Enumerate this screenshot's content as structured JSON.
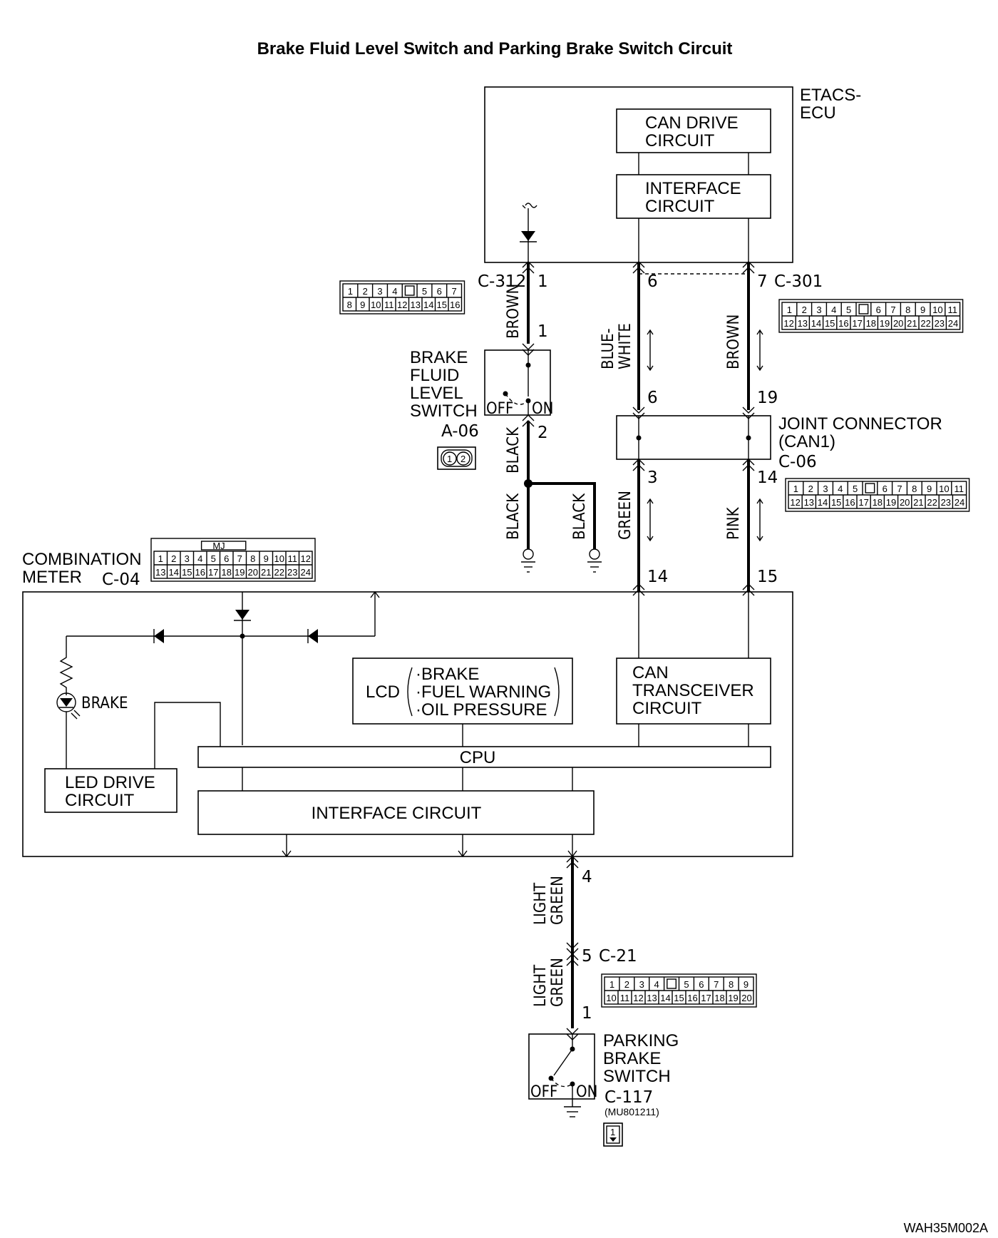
{
  "title": "Brake Fluid Level Switch and Parking Brake Switch Circuit",
  "footer_code": "WAH35M002A",
  "etacs": {
    "label_line1": "ETACS-",
    "label_line2": "ECU",
    "can_drive_line1": "CAN DRIVE",
    "can_drive_line2": "CIRCUIT",
    "interface_line1": "INTERFACE",
    "interface_line2": "CIRCUIT"
  },
  "connectors": {
    "c312": {
      "id": "C-312",
      "row1": [
        "1",
        "2",
        "3",
        "4",
        "",
        "5",
        "6",
        "7"
      ],
      "row2": [
        "8",
        "9",
        "10",
        "11",
        "12",
        "13",
        "14",
        "15",
        "16"
      ]
    },
    "c301": {
      "id": "C-301",
      "row1": [
        "1",
        "2",
        "3",
        "4",
        "5",
        "",
        "6",
        "7",
        "8",
        "9",
        "10",
        "11"
      ],
      "row2": [
        "12",
        "13",
        "14",
        "15",
        "16",
        "17",
        "18",
        "19",
        "20",
        "21",
        "22",
        "23",
        "24"
      ]
    },
    "c06": {
      "id": "C-06",
      "row1": [
        "1",
        "2",
        "3",
        "4",
        "5",
        "",
        "6",
        "7",
        "8",
        "9",
        "10",
        "11"
      ],
      "row2": [
        "12",
        "13",
        "14",
        "15",
        "16",
        "17",
        "18",
        "19",
        "20",
        "21",
        "22",
        "23",
        "24"
      ]
    },
    "c04": {
      "id": "C-04",
      "tag": "MJ",
      "row1": [
        "1",
        "2",
        "3",
        "4",
        "5",
        "6",
        "7",
        "8",
        "9",
        "10",
        "11",
        "12"
      ],
      "row2": [
        "13",
        "14",
        "15",
        "16",
        "17",
        "18",
        "19",
        "20",
        "21",
        "22",
        "23",
        "24"
      ]
    },
    "c21": {
      "id": "C-21",
      "row1": [
        "1",
        "2",
        "3",
        "4",
        "",
        "5",
        "6",
        "7",
        "8",
        "9"
      ],
      "row2": [
        "10",
        "11",
        "12",
        "13",
        "14",
        "15",
        "16",
        "17",
        "18",
        "19",
        "20"
      ]
    },
    "a06": {
      "id": "A-06",
      "pins": [
        "1",
        "2"
      ]
    },
    "c117": {
      "id": "C-117",
      "part": "(MU801211)",
      "pins": [
        "1"
      ]
    }
  },
  "pins": {
    "etacs_brown_top": "1",
    "switch_top": "1",
    "switch_bottom": "2",
    "blue_white_top": "6",
    "blue_white_bottom": "6",
    "brown_right_top": "7",
    "brown_right_bottom": "19",
    "green_top": "3",
    "pink_top": "14",
    "green_bottom": "14",
    "pink_bottom": "15",
    "lg_meter": "4",
    "lg_c21_top": "5",
    "lg_c21_bottom": "1"
  },
  "wire_colors": {
    "brown": "BROWN",
    "black": "BLACK",
    "blue_white_1": "BLUE-",
    "blue_white_2": "WHITE",
    "green": "GREEN",
    "pink": "PINK",
    "light": "LIGHT",
    "light_green": "GREEN"
  },
  "brake_fluid_switch": {
    "line1": "BRAKE",
    "line2": "FLUID",
    "line3": "LEVEL",
    "line4": "SWITCH",
    "off": "OFF",
    "on": "ON"
  },
  "joint_connector": {
    "line1": "JOINT CONNECTOR",
    "line2": "(CAN1)"
  },
  "combination_meter": {
    "line1": "COMBINATION",
    "line2": "METER",
    "lcd": "LCD",
    "lcd_items": [
      "·BRAKE",
      "·FUEL WARNING",
      "·OIL PRESSURE"
    ],
    "can_line1": "CAN",
    "can_line2": "TRANSCEIVER",
    "can_line3": "CIRCUIT",
    "cpu": "CPU",
    "interface": "INTERFACE CIRCUIT",
    "led_line1": "LED DRIVE",
    "led_line2": "CIRCUIT",
    "brake_led": "BRAKE"
  },
  "parking_switch": {
    "line1": "PARKING",
    "line2": "BRAKE",
    "line3": "SWITCH",
    "off": "OFF",
    "on": "ON"
  }
}
